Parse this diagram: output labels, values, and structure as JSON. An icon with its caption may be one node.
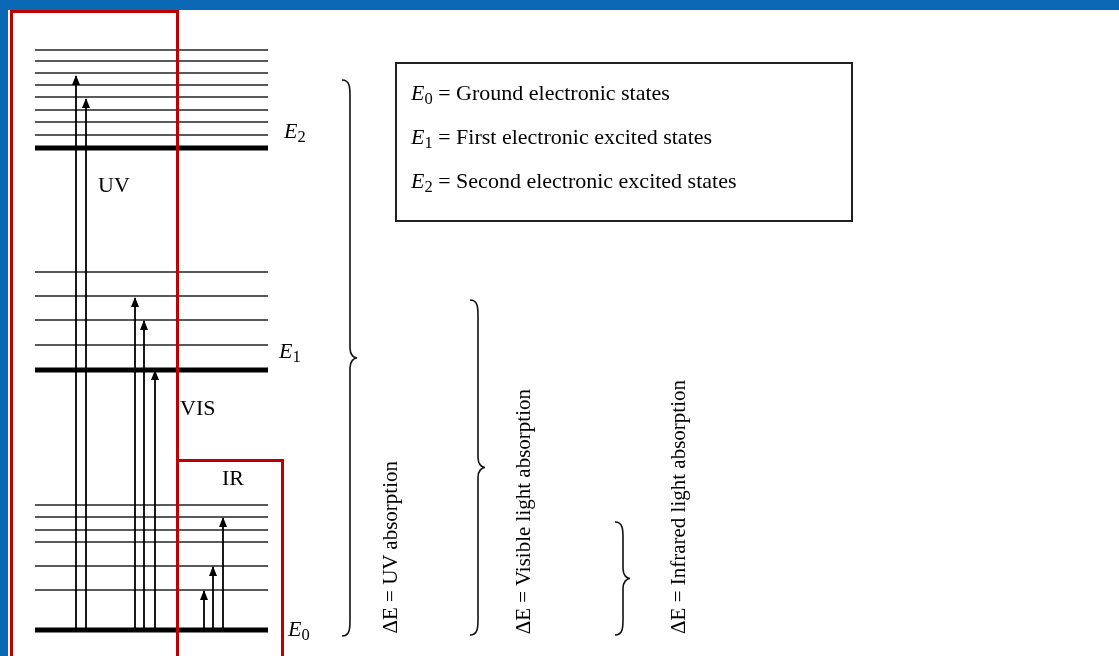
{
  "diagram": {
    "nodes": [
      {
        "text": [
          "*E*$_{0}$ = Ground electronic states",
          "*E*$_{1}$ = First electronic excited states",
          "*E*$_{2}$ = Second electronic excited states"
        ]
      }
    ],
    "labels": [
      "*E*$_{2}$",
      "UV",
      "*E*$_{1}$",
      "VIS",
      "IR",
      "*E*$_{0}$",
      "ΔE = UV absorption",
      "ΔE = Visible light absorption",
      "ΔE = Infrared light absorption"
    ]
  }
}
